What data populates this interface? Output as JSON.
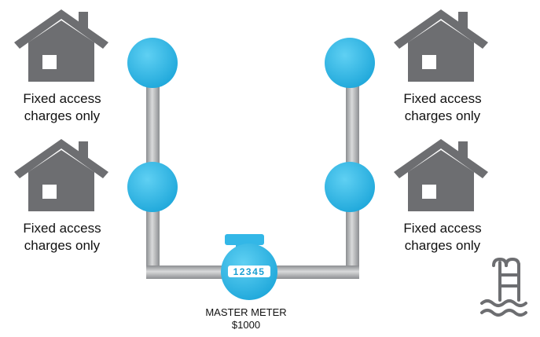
{
  "colors": {
    "house": "#6d6e71",
    "pipe": "#a7a9ac",
    "node": "#29b6e6",
    "meter": "#33b7e7",
    "pool_icon": "#6d6e71"
  },
  "houses": [
    {
      "icon": "house-icon",
      "line1": "Fixed access",
      "line2": "charges only"
    },
    {
      "icon": "house-icon",
      "line1": "Fixed access",
      "line2": "charges only"
    },
    {
      "icon": "house-icon",
      "line1": "Fixed access",
      "line2": "charges only"
    },
    {
      "icon": "house-icon",
      "line1": "Fixed access",
      "line2": "charges only"
    }
  ],
  "meter": {
    "reading": "12345",
    "label": "MASTER METER",
    "value": "$1000"
  },
  "pool": {
    "icon": "swimming-pool-icon"
  }
}
